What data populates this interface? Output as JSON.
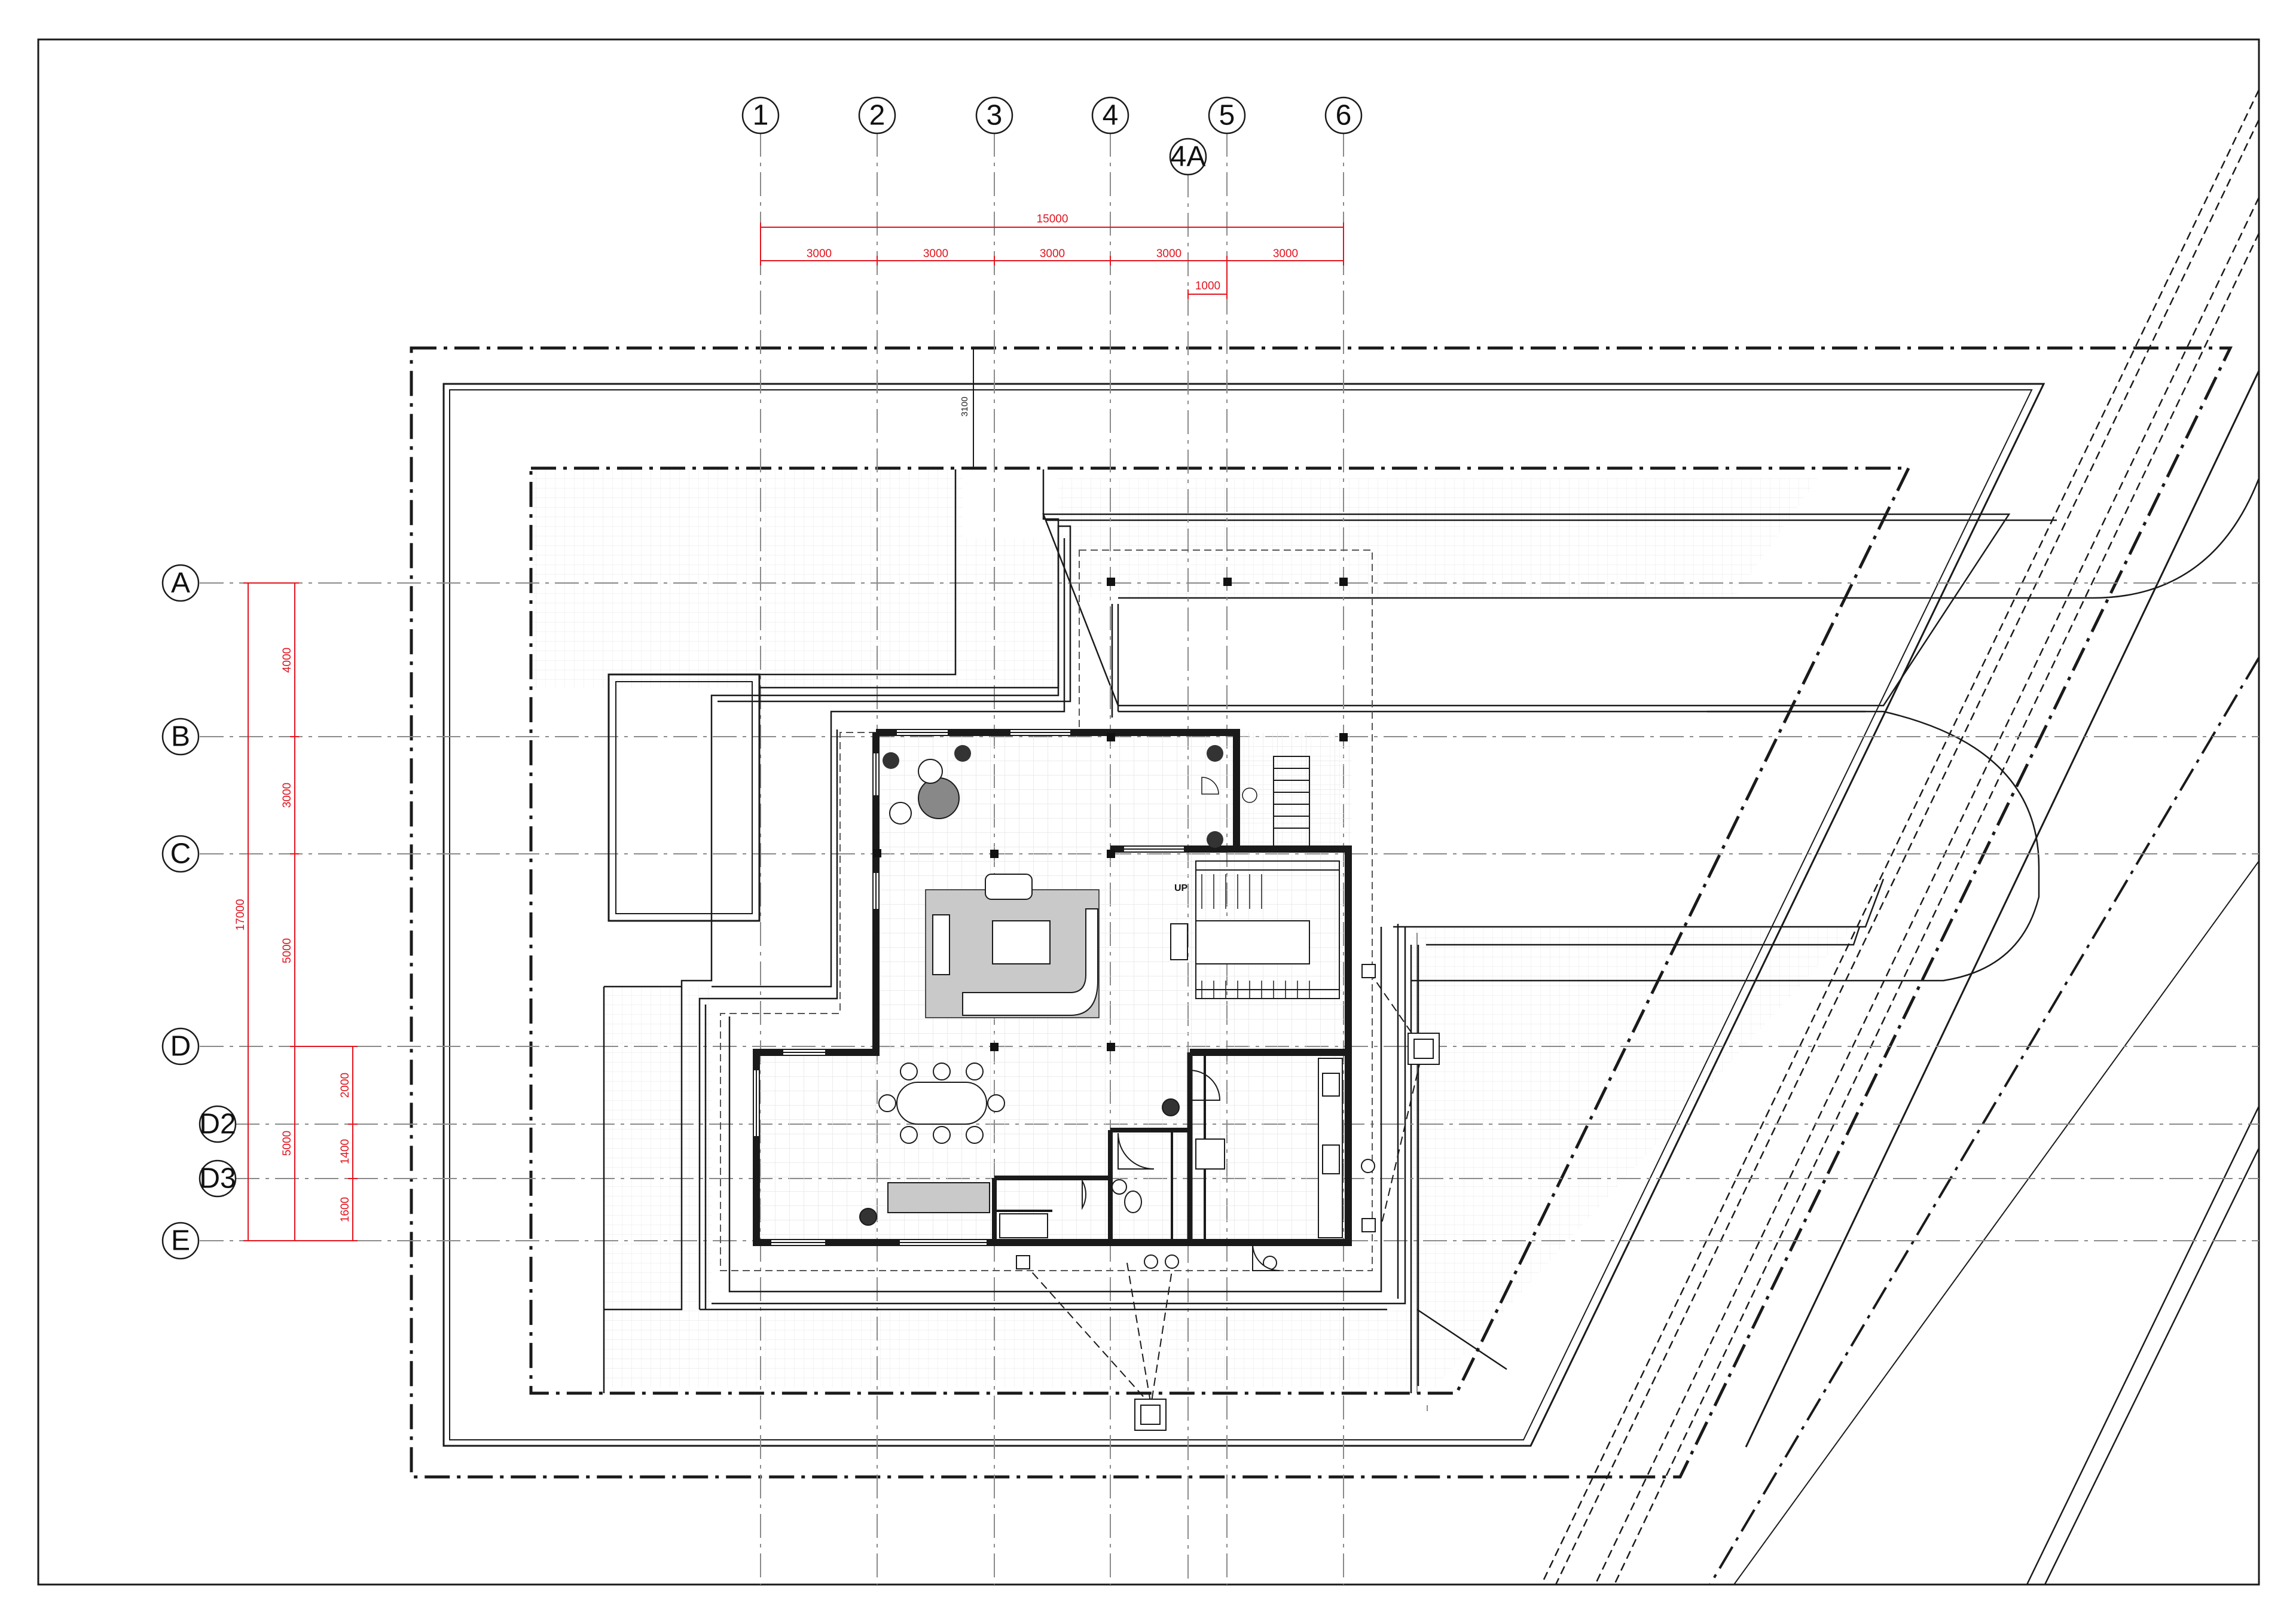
{
  "grid": {
    "columns": [
      "1",
      "2",
      "3",
      "4",
      "4A",
      "5",
      "6"
    ],
    "rows": [
      "A",
      "B",
      "C",
      "D",
      "D2",
      "D3",
      "E"
    ]
  },
  "dimensions": {
    "top_total": "15000",
    "top_bays": [
      "3000",
      "3000",
      "3000",
      "3000",
      "3000"
    ],
    "top_offset": "1000",
    "setback": "3100",
    "left_total": "17000",
    "left_bays": [
      "4000",
      "3000",
      "5000",
      "5000"
    ],
    "left_sub": [
      "2000",
      "1400",
      "1600"
    ]
  },
  "labels": {
    "stair_up": "UP"
  },
  "colors": {
    "line": "#1a1a1a",
    "dimension": "#e1141e",
    "grid_axis": "#8a8a8a",
    "rug": "#c9c9c9"
  }
}
